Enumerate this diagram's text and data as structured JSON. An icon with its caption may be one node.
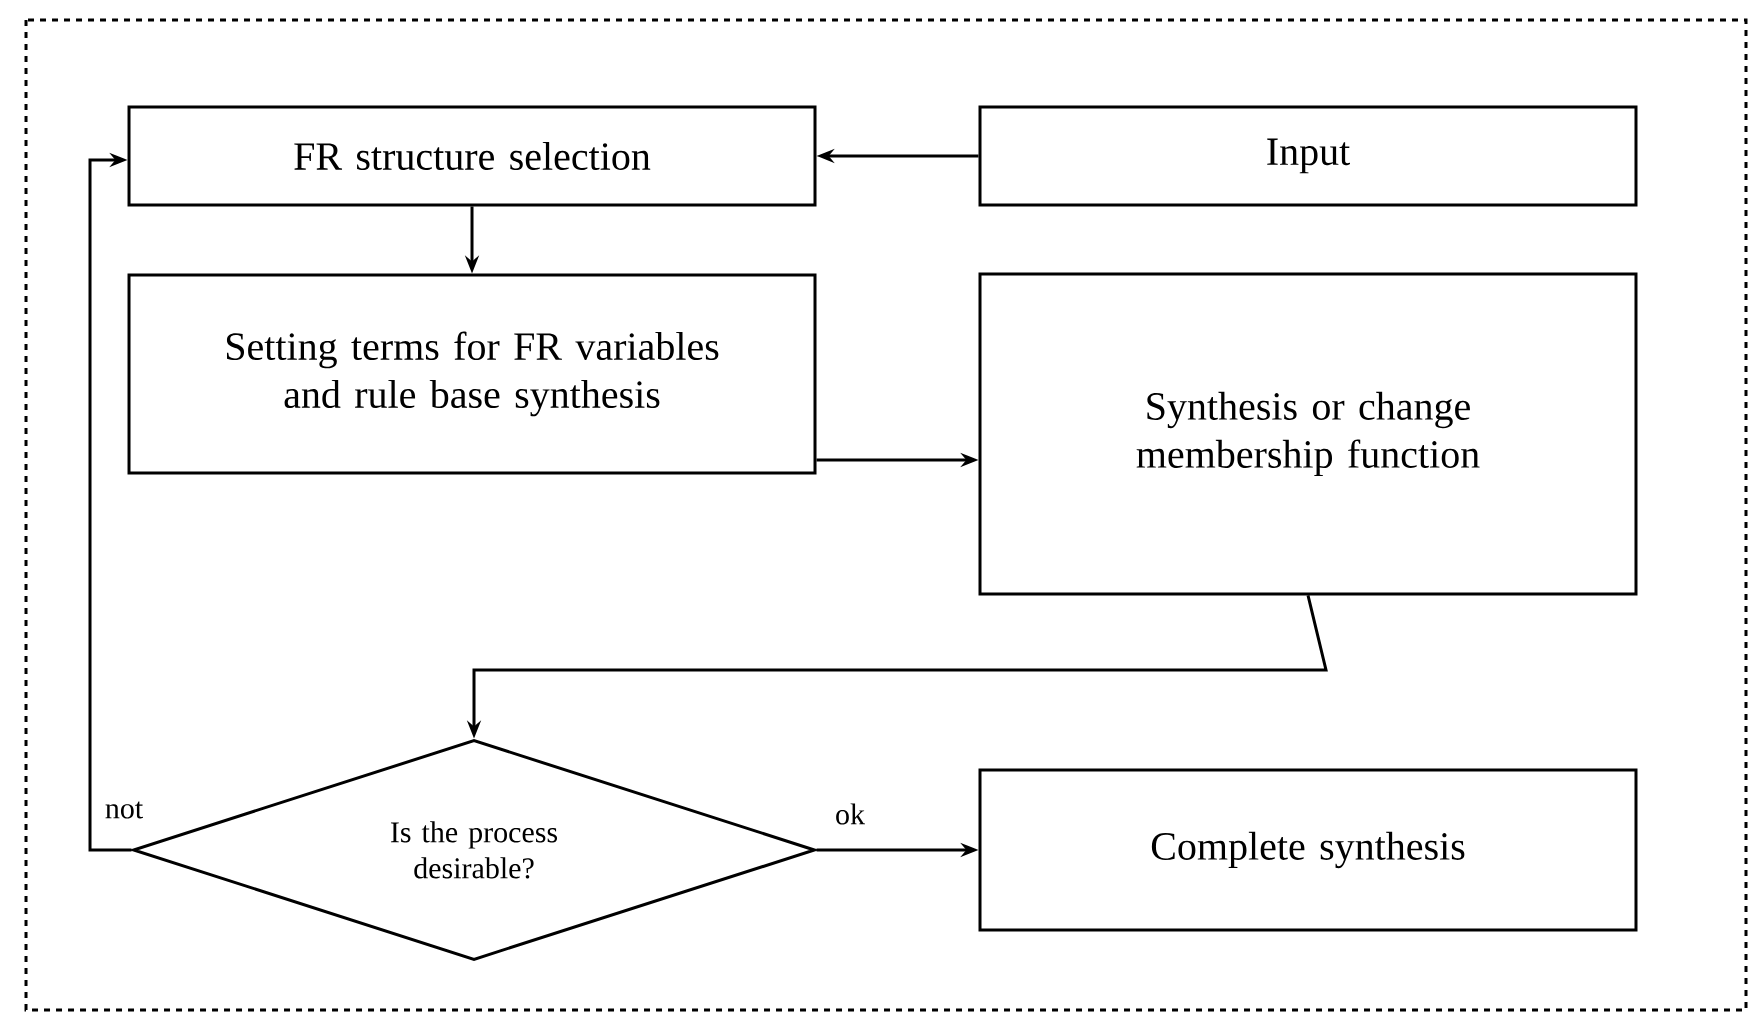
{
  "diagram": {
    "nodes": [
      {
        "text": [
          "FR structure selection"
        ]
      },
      {
        "text": [
          "Input"
        ]
      },
      {
        "text": [
          "Setting terms for FR variables and rule base synthesis"
        ]
      },
      {
        "text": [
          "Synthesis or change membership function"
        ]
      },
      {
        "text": [
          "Is the process desirable?"
        ]
      },
      {
        "text": [
          "Complete synthesis"
        ]
      }
    ],
    "edges": [
      {
        "from": 1,
        "to": 0,
        "arrow": "to"
      },
      {
        "from": 0,
        "to": 2,
        "arrow": "to"
      },
      {
        "from": 2,
        "to": 3,
        "arrow": "to"
      },
      {
        "from": 3,
        "to": 4,
        "arrow": "to"
      },
      {
        "from": 4,
        "to": 0,
        "arrow": "to",
        "label": "not"
      },
      {
        "from": 4,
        "to": 5,
        "arrow": "to",
        "label": "ok"
      }
    ]
  }
}
